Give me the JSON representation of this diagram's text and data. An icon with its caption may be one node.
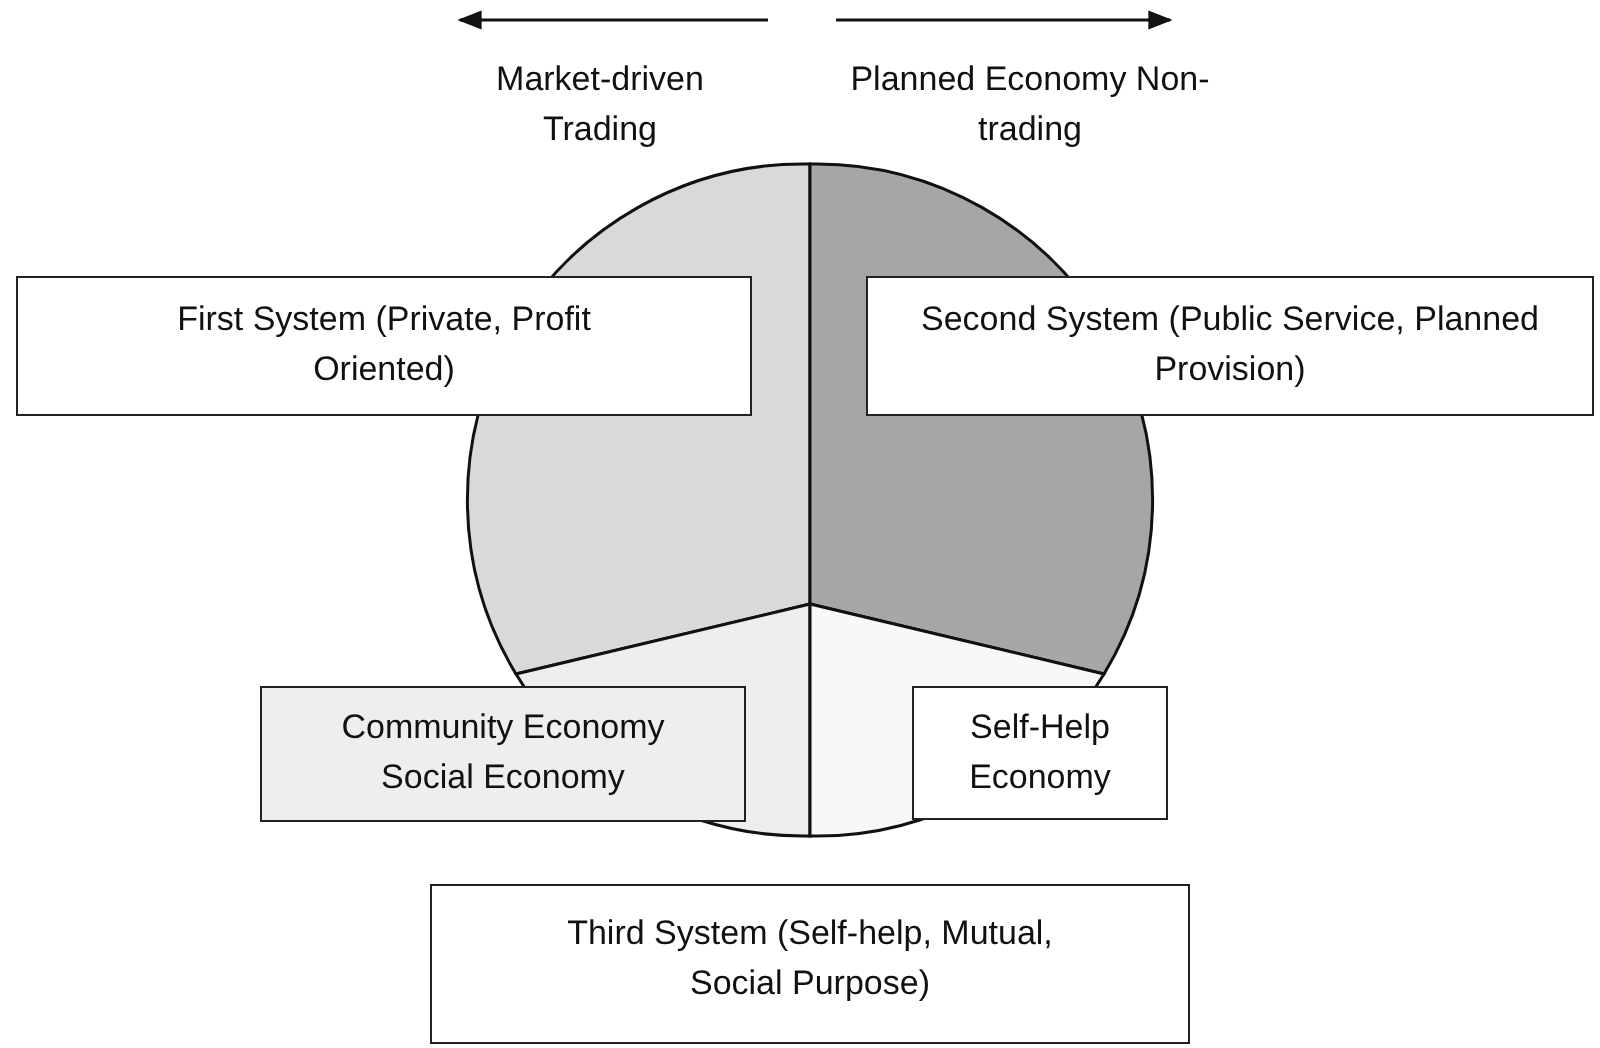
{
  "diagram": {
    "nodes": [
      {
        "text": [
          "First System (Private, Profit Oriented)"
        ]
      },
      {
        "text": [
          "Second System (Public Service, Planned Provision)"
        ]
      },
      {
        "text": [
          "Community Economy Social Economy"
        ]
      },
      {
        "text": [
          "Self-Help Economy"
        ]
      },
      {
        "text": [
          "Third System (Self-help, Mutual, Social Purpose)"
        ]
      }
    ],
    "labels": [
      "Market-driven Trading",
      "Planned Economy Non-trading"
    ]
  }
}
